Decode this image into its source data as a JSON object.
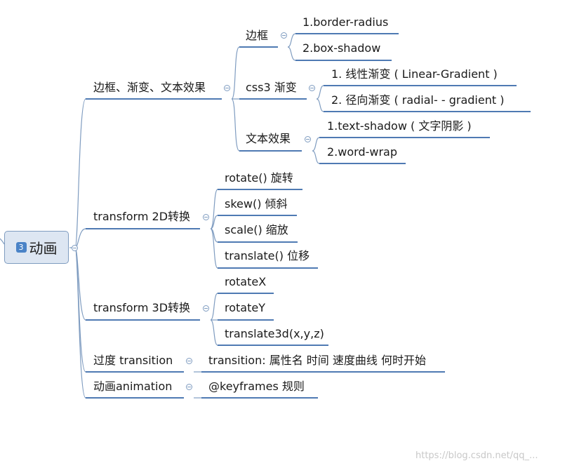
{
  "root": {
    "badge": "3",
    "label": "动画"
  },
  "nodes": {
    "b1": "边框、渐变、文本效果",
    "b1_1": "边框",
    "b1_1_1": "1.border-radius",
    "b1_1_2": "2.box-shadow",
    "b1_2": "css3 渐变",
    "b1_2_1": "1. 线性渐变 ( Linear-Gradient  )",
    "b1_2_2": "2. 径向渐变  (   radial- - gradient  )",
    "b1_3": "文本效果",
    "b1_3_1": "1.text-shadow  ( 文字阴影 )",
    "b1_3_2": "2.word-wrap",
    "b2": "transform 2D转换",
    "b2_1": "rotate() 旋转",
    "b2_2": "skew() 倾斜",
    "b2_3": "scale() 缩放",
    "b2_4": "translate() 位移",
    "b3": "transform 3D转换",
    "b3_1": "rotateX",
    "b3_2": "rotateY",
    "b3_3": "translate3d(x,y,z)",
    "b4": "过度 transition",
    "b4_1": "transition:  属性名 时间 速度曲线 何时开始",
    "b5": "动画animation",
    "b5_1": "@keyframes  规则"
  },
  "watermark": "https://blog.csdn.net/qq_...",
  "colors": {
    "line": "#7f9cc0",
    "underline": "#4f7ab3",
    "root_fill": "#dde6f2",
    "badge": "#4a83c7"
  }
}
